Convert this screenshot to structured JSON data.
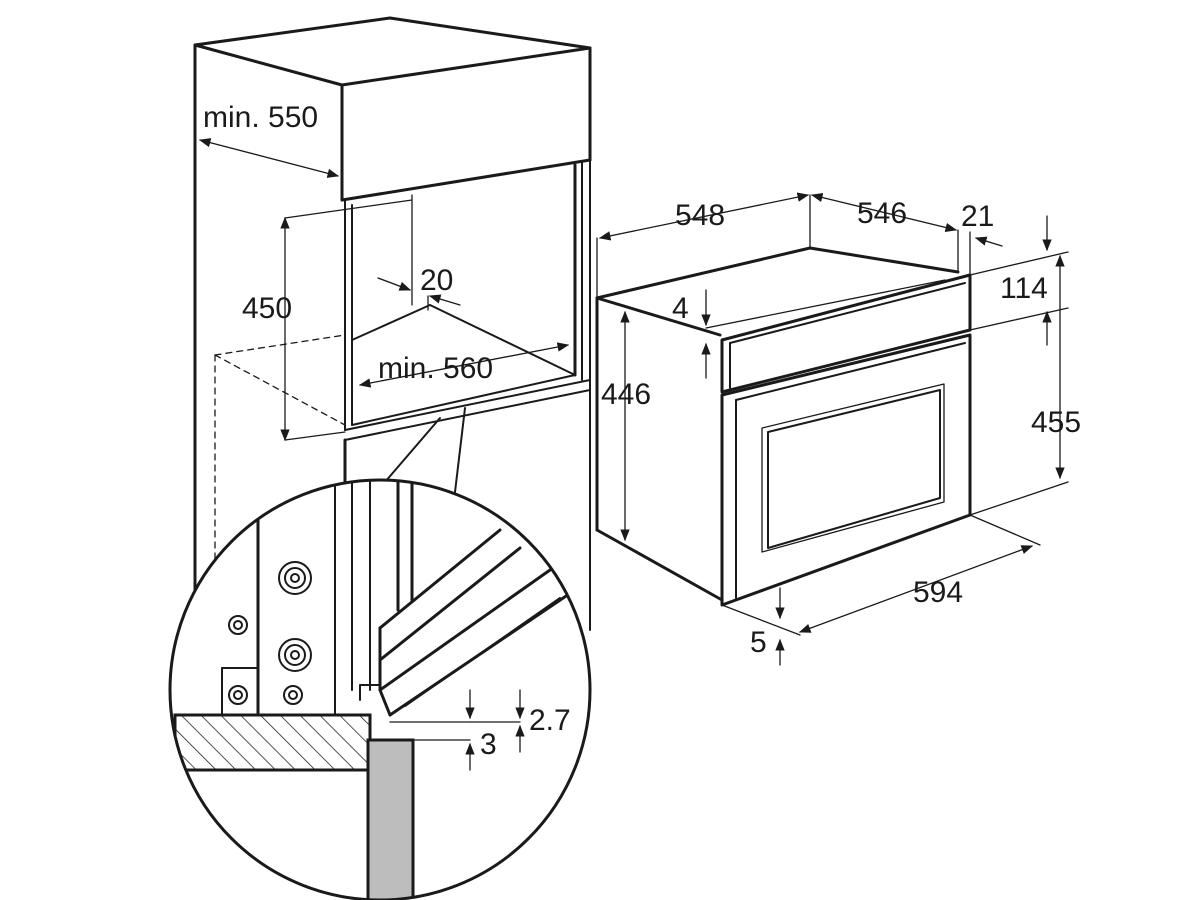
{
  "colors": {
    "line": "#1a1a1a",
    "background": "#ffffff",
    "insulation": "#bdbdbd"
  },
  "dimensions": {
    "niche_depth": "min. 550",
    "niche_height": "450",
    "panel_gap": "20",
    "niche_width": "min. 560",
    "oven_depth_total": "548",
    "oven_depth_body": "546",
    "front_thickness": "21",
    "panel_height": "114",
    "panel_gap_small": "4",
    "body_height": "446",
    "front_height": "455",
    "front_width": "594",
    "bottom_offset": "5",
    "detail_gap_upper": "2.7",
    "detail_gap_lower": "3"
  }
}
